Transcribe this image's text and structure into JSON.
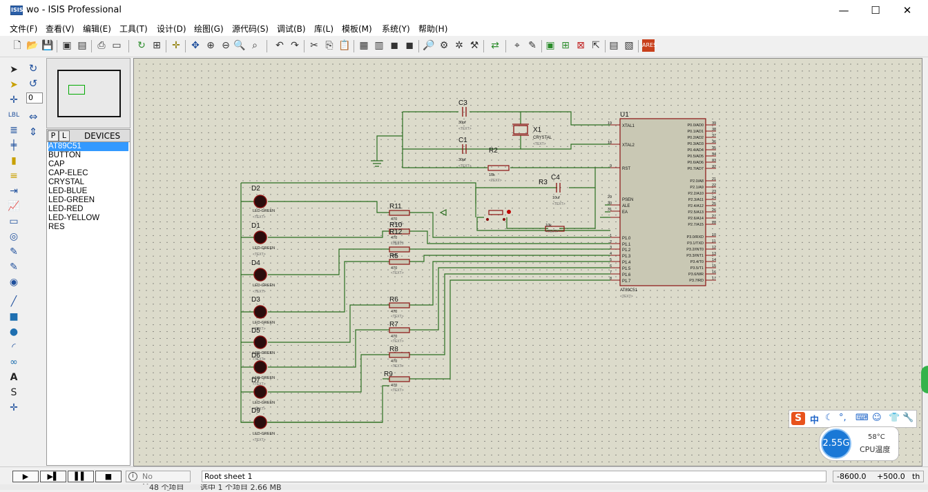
{
  "window": {
    "title": "wo - ISIS Professional",
    "icon_name": "isis-app-icon",
    "minimize": "—",
    "maximize": "☐",
    "close": "✕"
  },
  "menu": [
    "文件(F)",
    "查看(V)",
    "编辑(E)",
    "工具(T)",
    "设计(D)",
    "绘图(G)",
    "源代码(S)",
    "调试(B)",
    "库(L)",
    "模板(M)",
    "系统(Y)",
    "帮助(H)"
  ],
  "rotation_value": "0",
  "devices": {
    "p_label": "P",
    "l_label": "L",
    "title": "DEVICES",
    "items": [
      "AT89C51",
      "BUTTON",
      "CAP",
      "CAP-ELEC",
      "CRYSTAL",
      "LED-BLUE",
      "LED-GREEN",
      "LED-RED",
      "LED-YELLOW",
      "RES"
    ],
    "selected_index": 0
  },
  "schematic": {
    "u1": {
      "ref": "U1",
      "part": "AT89C51",
      "text": "<TEXT>",
      "left_pins": [
        {
          "num": "19",
          "name": "XTAL1"
        },
        {
          "num": "18",
          "name": "XTAL2"
        },
        {
          "num": "9",
          "name": "RST"
        },
        {
          "num": "29",
          "name": "PSEN"
        },
        {
          "num": "30",
          "name": "ALE"
        },
        {
          "num": "31",
          "name": "EA"
        },
        {
          "num": "1",
          "name": "P1.0"
        },
        {
          "num": "2",
          "name": "P1.1"
        },
        {
          "num": "3",
          "name": "P1.2"
        },
        {
          "num": "4",
          "name": "P1.3"
        },
        {
          "num": "5",
          "name": "P1.4"
        },
        {
          "num": "6",
          "name": "P1.5"
        },
        {
          "num": "7",
          "name": "P1.6"
        },
        {
          "num": "8",
          "name": "P1.7"
        }
      ],
      "right_pins": [
        {
          "num": "39",
          "name": "P0.0/AD0"
        },
        {
          "num": "38",
          "name": "P0.1/AD1"
        },
        {
          "num": "37",
          "name": "P0.2/AD2"
        },
        {
          "num": "36",
          "name": "P0.3/AD3"
        },
        {
          "num": "35",
          "name": "P0.4/AD4"
        },
        {
          "num": "34",
          "name": "P0.5/AD5"
        },
        {
          "num": "33",
          "name": "P0.6/AD6"
        },
        {
          "num": "32",
          "name": "P0.7/AD7"
        },
        {
          "num": "21",
          "name": "P2.0/A8"
        },
        {
          "num": "22",
          "name": "P2.1/A9"
        },
        {
          "num": "23",
          "name": "P2.2/A10"
        },
        {
          "num": "24",
          "name": "P2.3/A11"
        },
        {
          "num": "25",
          "name": "P2.4/A12"
        },
        {
          "num": "26",
          "name": "P2.5/A13"
        },
        {
          "num": "27",
          "name": "P2.6/A14"
        },
        {
          "num": "28",
          "name": "P2.7/A15"
        },
        {
          "num": "10",
          "name": "P3.0/RXD"
        },
        {
          "num": "11",
          "name": "P3.1/TXD"
        },
        {
          "num": "12",
          "name": "P3.2/INT0"
        },
        {
          "num": "13",
          "name": "P3.3/INT1"
        },
        {
          "num": "14",
          "name": "P3.4/T0"
        },
        {
          "num": "15",
          "name": "P3.5/T1"
        },
        {
          "num": "16",
          "name": "P3.6/WR"
        },
        {
          "num": "17",
          "name": "P3.7/RD"
        }
      ]
    },
    "caps": [
      {
        "ref": "C3",
        "value": "30pf",
        "text": "<TEXT>"
      },
      {
        "ref": "C1",
        "value": "30pf",
        "text": "<TEXT>"
      },
      {
        "ref": "C4",
        "value": "10uf",
        "text": "<TEXT>"
      }
    ],
    "crystal": {
      "ref": "X1",
      "value": "CRYSTAL",
      "text": "<TEXT>"
    },
    "resistors_top": [
      {
        "ref": "R2",
        "value": "10k",
        "text": "<TEXT>"
      },
      {
        "ref": "R3",
        "value": "10k",
        "text": "<TEXT>"
      }
    ],
    "resistors": [
      {
        "ref": "R11",
        "value": "470",
        "text": "<TEXT>"
      },
      {
        "ref": "R10",
        "value": "470",
        "text": "<TEXT>"
      },
      {
        "ref": "R12",
        "value": "470",
        "text": "<TEXT>"
      },
      {
        "ref": "R5",
        "value": "470",
        "text": "<TEXT>"
      },
      {
        "ref": "R6",
        "value": "470",
        "text": "<TEXT>"
      },
      {
        "ref": "R7",
        "value": "470",
        "text": "<TEXT>"
      },
      {
        "ref": "R8",
        "value": "470",
        "text": "<TEXT>"
      },
      {
        "ref": "R9",
        "value": "470",
        "text": "<TEXT>"
      }
    ],
    "leds": [
      {
        "ref": "D2",
        "value": "LED-GREEN",
        "text": "<TEXT>"
      },
      {
        "ref": "D1",
        "value": "LED-GREEN",
        "text": "<TEXT>"
      },
      {
        "ref": "D4",
        "value": "LED-GREEN",
        "text": "<TEXT>"
      },
      {
        "ref": "D3",
        "value": "LED-GREEN",
        "text": "<TEXT>"
      },
      {
        "ref": "D5",
        "value": "LED-GREEN",
        "text": "<TEXT>"
      },
      {
        "ref": "D6",
        "value": "LED-GREEN",
        "text": "<TEXT>"
      },
      {
        "ref": "D7",
        "value": "LED-GREEN",
        "text": "<TEXT>"
      },
      {
        "ref": "D9",
        "value": "LED-GREEN",
        "text": "<TEXT>"
      }
    ]
  },
  "status": {
    "play": "▶",
    "step": "▶▌",
    "pause": "▌▌",
    "stop": "■",
    "messages": "No Messages",
    "sheet": "Root sheet 1",
    "coord_x": "-8600.0",
    "coord_y": "+500.0",
    "unit": "th"
  },
  "explorer_behind": {
    "items_count": "48 个项目",
    "selected": "选中 1 个项目 2.66 MB"
  },
  "ime": {
    "logo": "S",
    "lang": "中",
    "icons": [
      "moon-icon",
      "punct-icon",
      "keyboard-icon",
      "user-icon",
      "shirt-icon",
      "wrench-icon"
    ]
  },
  "cpu": {
    "freq": "2.55G",
    "temp": "58°C",
    "label": "CPU温度"
  },
  "colors": {
    "canvas_bg": "#dcdbcb",
    "wire": "#2a6e1f",
    "component": "#8a1010",
    "chip_fill": "#c9c8b4",
    "selection": "#3399ff"
  }
}
